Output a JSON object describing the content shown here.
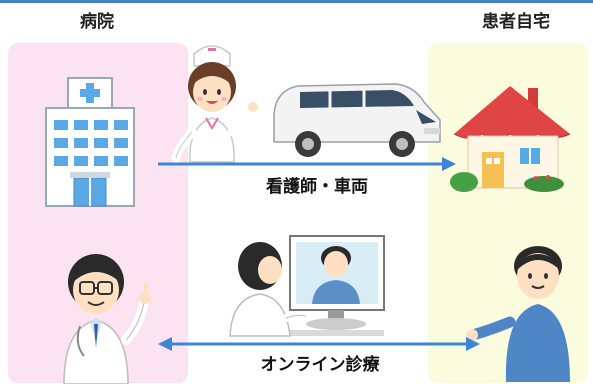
{
  "headers": {
    "hospital": "病院",
    "home": "患者自宅"
  },
  "flows": {
    "visit_label": "看護師・車両",
    "online_label": "オンライン診療"
  },
  "colors": {
    "top_rule": "#4a7fc1",
    "arrow": "#3d86d6",
    "hospital_panel": "#fbe3f2",
    "home_panel": "#fbfbde"
  },
  "icons": {
    "hospital": "hospital-building-icon",
    "nurse": "nurse-icon",
    "van": "van-icon",
    "house": "house-icon",
    "doctor": "doctor-icon",
    "video_call": "video-call-icon",
    "patient": "patient-icon"
  }
}
